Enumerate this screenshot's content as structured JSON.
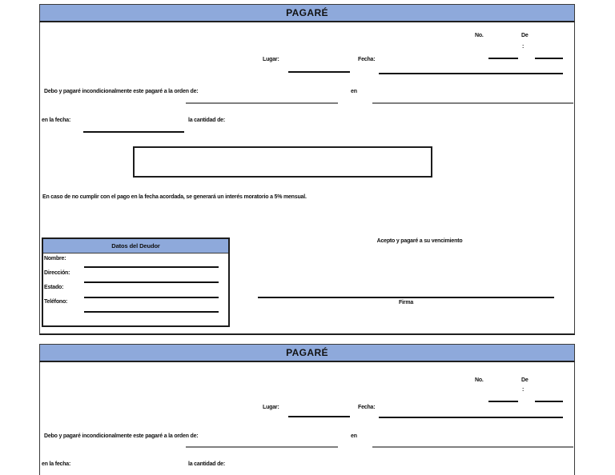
{
  "document": {
    "title": "PAGARÉ",
    "no_label": "No.",
    "de_label": "De",
    "colon_label": ":",
    "lugar_label": "Lugar:",
    "fecha_label": "Fecha:",
    "promise_text": "Debo y pagaré incondicionalmente este pagaré a la orden de:",
    "en_label": "en",
    "en_la_fecha_label": "en la fecha:",
    "cantidad_label": "la cantidad de:",
    "penalty_text": "En caso de no cumplir con el pago en la fecha acordada, se generará un interés moratorio a 5% mensual.",
    "debtor_box": {
      "title": "Datos del Deudor",
      "fields": [
        {
          "label": "Nombre:"
        },
        {
          "label": "Dirección:"
        },
        {
          "label": "Estado:"
        },
        {
          "label": "Teléfono:"
        }
      ]
    },
    "accept_text": "Acepto y pagaré a su vencimiento",
    "firma_label": "Firma"
  },
  "colors": {
    "header_fill": "#8EA9DB",
    "border_dark": "#3a3a3a",
    "underline_gray": "#7f7f7f",
    "underline_black": "#111111"
  }
}
